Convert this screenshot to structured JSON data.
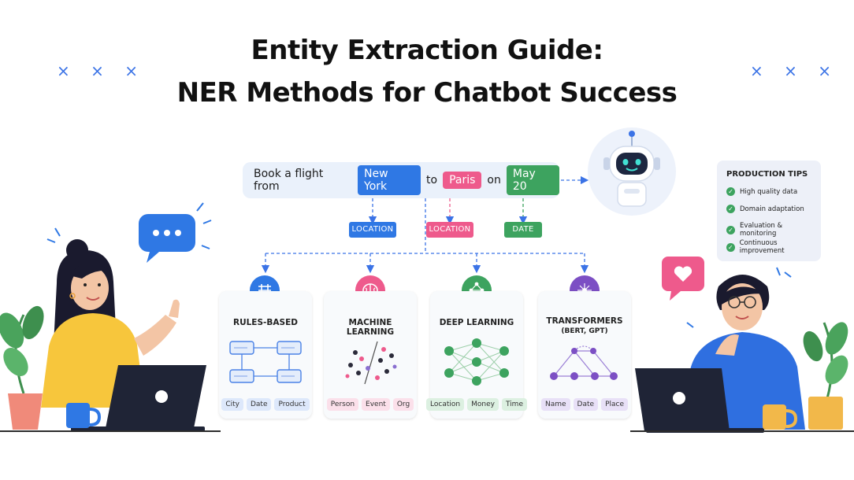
{
  "title": {
    "line1": "Entity Extraction Guide:",
    "line2": "NER Methods for Chatbot Success"
  },
  "decor": {
    "x_left": "× × ×",
    "x_right": "× × ×"
  },
  "sentence": {
    "text1": "Book a flight from",
    "entity1": "New York",
    "text2": "to",
    "entity2": "Paris",
    "text3": "on",
    "entity3": "May 20"
  },
  "tags": [
    "LOCATION",
    "LOCATION",
    "DATE"
  ],
  "methods": [
    {
      "title": "RULES-BASED",
      "pills": [
        "City",
        "Date",
        "Product"
      ],
      "color": "#2f78e4"
    },
    {
      "title": "MACHINE LEARNING",
      "pills": [
        "Person",
        "Event",
        "Org"
      ],
      "color": "#ee5a8c"
    },
    {
      "title": "DEEP LEARNING",
      "pills": [
        "Location",
        "Money",
        "Time"
      ],
      "color": "#3da35f"
    },
    {
      "title": "TRANSFORMERS",
      "subtitle": "(BERT, GPT)",
      "pills": [
        "Name",
        "Date",
        "Place"
      ],
      "color": "#7c4fc4"
    }
  ],
  "tips": {
    "title": "PRODUCTION TIPS",
    "items": [
      "High quality data",
      "Domain adaptation",
      "Evaluation & monitoring",
      "Continuous improvement"
    ]
  },
  "icons": [
    "chat-bubble-icon",
    "robot-icon",
    "heart-bubble-icon",
    "laptop-icon",
    "plant-icon",
    "mug-icon",
    "check-icon"
  ]
}
